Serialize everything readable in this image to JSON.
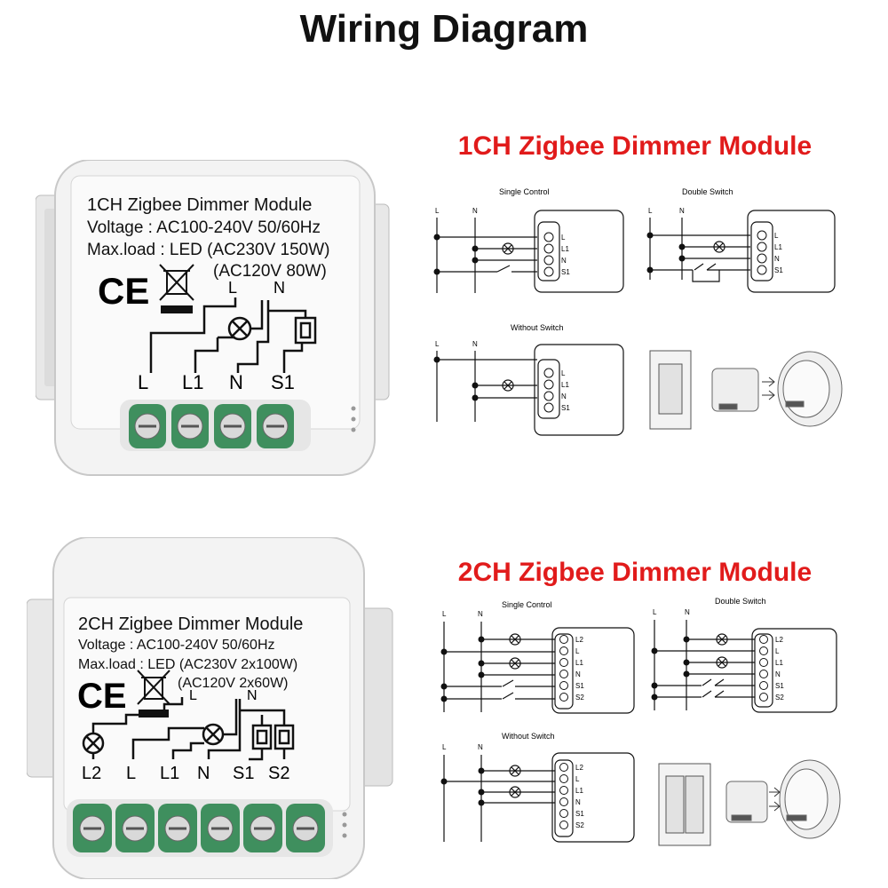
{
  "title": "Wiring Diagram",
  "section_1ch": {
    "heading": "1CH Zigbee Dimmer Module",
    "module": {
      "name": "1CH Zigbee Dimmer Module",
      "voltage": "Voltage : AC100-240V 50/60Hz",
      "maxload": "Max.load : LED (AC230V 150W)",
      "maxload2": "(AC120V 80W)",
      "ce": "CE",
      "top_labels": [
        "L",
        "N"
      ],
      "terminals": [
        "L",
        "L1",
        "N",
        "S1"
      ]
    },
    "single_control": {
      "caption": "Single Control",
      "lines": [
        "L",
        "N"
      ],
      "pins": [
        "L",
        "L1",
        "N",
        "S1"
      ]
    },
    "double_switch": {
      "caption": "Double Switch",
      "lines": [
        "L",
        "N"
      ],
      "pins": [
        "L",
        "L1",
        "N",
        "S1"
      ]
    },
    "without_switch": {
      "caption": "Without Switch",
      "lines": [
        "L",
        "N"
      ],
      "pins": [
        "L",
        "L1",
        "N",
        "S1"
      ]
    }
  },
  "section_2ch": {
    "heading": "2CH Zigbee Dimmer Module",
    "module": {
      "name": "2CH Zigbee Dimmer Module",
      "voltage": "Voltage : AC100-240V 50/60Hz",
      "maxload": "Max.load : LED (AC230V 2x100W)",
      "maxload2": "(AC120V 2x60W)",
      "ce": "CE",
      "top_labels": [
        "L",
        "N"
      ],
      "terminals": [
        "L2",
        "L",
        "L1",
        "N",
        "S1",
        "S2"
      ]
    },
    "single_control": {
      "caption": "Single Control",
      "lines": [
        "L",
        "N"
      ],
      "pins": [
        "L2",
        "L",
        "L1",
        "N",
        "S1",
        "S2"
      ]
    },
    "double_switch": {
      "caption": "Double Switch",
      "lines": [
        "L",
        "N"
      ],
      "pins": [
        "L2",
        "L",
        "L1",
        "N",
        "S1",
        "S2"
      ]
    },
    "without_switch": {
      "caption": "Without Switch",
      "lines": [
        "L",
        "N"
      ],
      "pins": [
        "L2",
        "L",
        "L1",
        "N",
        "S1",
        "S2"
      ]
    }
  },
  "colors": {
    "heading_red": "#e11b1b",
    "terminal_green": "#3f8f5e",
    "module_body": "#f2f2f2"
  }
}
